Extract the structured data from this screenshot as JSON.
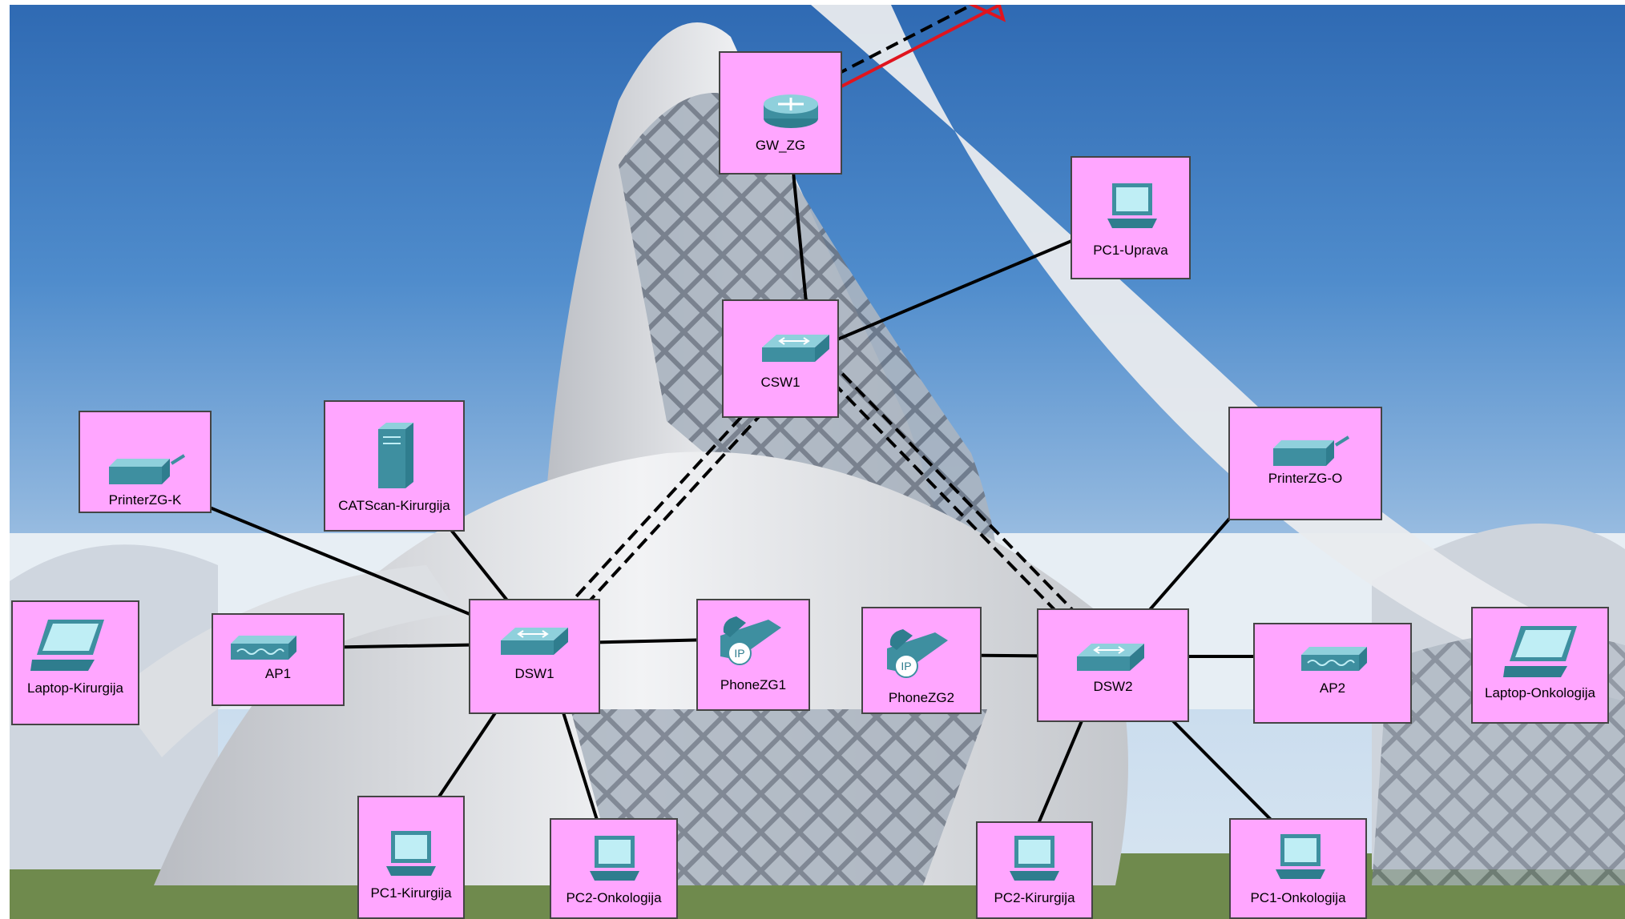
{
  "diagram": {
    "nodes": [
      {
        "id": "gw",
        "label": "GW_ZG",
        "kind": "router-icon"
      },
      {
        "id": "csw1",
        "label": "CSW1",
        "kind": "switch-icon"
      },
      {
        "id": "pc1uprava",
        "label": "PC1-Uprava",
        "kind": "pc-icon"
      },
      {
        "id": "printerk",
        "label": "PrinterZG-K",
        "kind": "printer-icon"
      },
      {
        "id": "catscan",
        "label": "CATScan-Kirurgija",
        "kind": "server-icon"
      },
      {
        "id": "printero",
        "label": "PrinterZG-O",
        "kind": "printer-icon"
      },
      {
        "id": "laptopk",
        "label": "Laptop-Kirurgija",
        "kind": "laptop-icon"
      },
      {
        "id": "ap1",
        "label": "AP1",
        "kind": "access-point-icon"
      },
      {
        "id": "dsw1",
        "label": "DSW1",
        "kind": "switch-icon"
      },
      {
        "id": "phone1",
        "label": "PhoneZG1",
        "kind": "ip-phone-icon"
      },
      {
        "id": "phone2",
        "label": "PhoneZG2",
        "kind": "ip-phone-icon"
      },
      {
        "id": "dsw2",
        "label": "DSW2",
        "kind": "switch-icon"
      },
      {
        "id": "ap2",
        "label": "AP2",
        "kind": "access-point-icon"
      },
      {
        "id": "laptopo",
        "label": "Laptop-Onkologija",
        "kind": "laptop-icon"
      },
      {
        "id": "pc1k",
        "label": "PC1-Kirurgija",
        "kind": "pc-icon"
      },
      {
        "id": "pc2o",
        "label": "PC2-Onkologija",
        "kind": "pc-icon"
      },
      {
        "id": "pc2k",
        "label": "PC2-Kirurgija",
        "kind": "pc-icon"
      },
      {
        "id": "pc1o",
        "label": "PC1-Onkologija",
        "kind": "pc-icon"
      }
    ],
    "links": [
      {
        "from": "gw",
        "to": "csw1",
        "style": "solid"
      },
      {
        "from": "csw1",
        "to": "pc1uprava",
        "style": "solid"
      },
      {
        "from": "csw1",
        "to": "dsw1",
        "style": "double-dashed"
      },
      {
        "from": "csw1",
        "to": "dsw2",
        "style": "double-dashed"
      },
      {
        "from": "dsw1",
        "to": "printerk",
        "style": "solid"
      },
      {
        "from": "dsw1",
        "to": "catscan",
        "style": "solid"
      },
      {
        "from": "dsw1",
        "to": "ap1",
        "style": "solid"
      },
      {
        "from": "dsw1",
        "to": "phone1",
        "style": "solid"
      },
      {
        "from": "dsw1",
        "to": "pc1k",
        "style": "solid"
      },
      {
        "from": "dsw1",
        "to": "pc2o",
        "style": "solid"
      },
      {
        "from": "dsw2",
        "to": "printero",
        "style": "solid"
      },
      {
        "from": "dsw2",
        "to": "phone2",
        "style": "solid"
      },
      {
        "from": "dsw2",
        "to": "ap2",
        "style": "solid"
      },
      {
        "from": "dsw2",
        "to": "pc2k",
        "style": "solid"
      },
      {
        "from": "dsw2",
        "to": "pc1o",
        "style": "solid"
      },
      {
        "from": "gw",
        "to": "offscreen",
        "style": "dashed-and-red"
      }
    ],
    "colors": {
      "node_fill": "#ffa6ff",
      "link": "#000000",
      "wan_link": "#e0141e",
      "device": "#3e8fa0"
    }
  }
}
